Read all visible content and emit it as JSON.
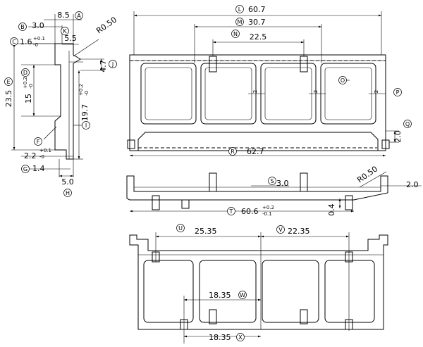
{
  "drawing": {
    "side_view": {
      "B": "B",
      "dim_3_0": "3.0",
      "A": "A",
      "dim_8_5": "8.5",
      "K": "K",
      "dim_5_5": "5.5",
      "C": "C",
      "dim_1_6": "1.6",
      "tol_1_6_up": "+0.1",
      "tol_1_6_dn": "-0",
      "radius": "R0.50",
      "J": "J",
      "dim_4_7": "4.7",
      "E": "E",
      "dim_23_5": "23.5",
      "D": "D",
      "dim_15": "15",
      "tol_15_up": "+0.2",
      "tol_15_dn": "-0",
      "I": "I",
      "dim_19_7": "19.7",
      "tol_19_7_up": "+0.2",
      "tol_19_7_dn": "-0",
      "F": "F",
      "dim_2_2": "2.2",
      "tol_2_2_up": "+0.1",
      "tol_2_2_dn": "-0",
      "G": "G",
      "dim_1_4": "1.4",
      "H": "H",
      "dim_5_0": "5.0"
    },
    "top_view": {
      "L": "L",
      "dim_60_7": "60.7",
      "M": "M",
      "dim_30_7": "30.7",
      "N": "N",
      "dim_22_5": "22.5",
      "gap_2": "2",
      "O": "O",
      "P": "P",
      "dim_2_0": "2.0",
      "Q": "Q",
      "R": "R",
      "dim_62_7": "62.7"
    },
    "front_view": {
      "S": "S",
      "dim_3_0": "3.0",
      "radius": "R0.50",
      "dim_2_0": "2.0",
      "T": "T",
      "dim_60_6": "60.6",
      "tol_60_6_up": "+0.2",
      "tol_60_6_dn": "-0.1",
      "dim_0_4": "0.4"
    },
    "bottom_view": {
      "U": "U",
      "dim_25_35": "25.35",
      "V": "V",
      "dim_22_35": "22.35",
      "W": "W",
      "dim_18_35_w": "18.35",
      "X": "X",
      "dim_18_35_x": "18.35"
    }
  }
}
